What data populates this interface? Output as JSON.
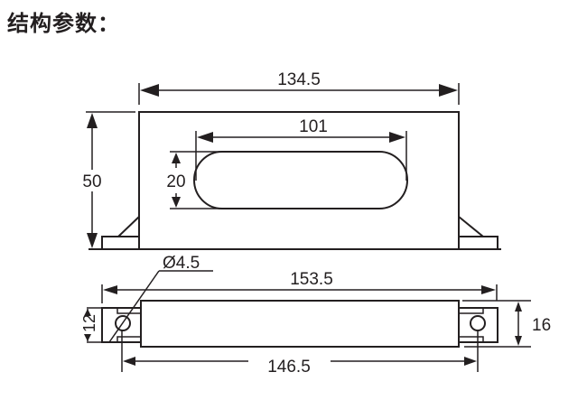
{
  "title": "结构参数：",
  "colors": {
    "line": "#231f20",
    "background": "#ffffff"
  },
  "front_view": {
    "dimensions": {
      "overall_width": "134.5",
      "slot_length": "101",
      "slot_height": "20",
      "height": "50"
    }
  },
  "bottom_view": {
    "dimensions": {
      "hole_diameter": "Ø4.5",
      "overall_length": "153.5",
      "tab_height": "12",
      "body_height": "16",
      "hole_spacing": "146.5"
    }
  }
}
